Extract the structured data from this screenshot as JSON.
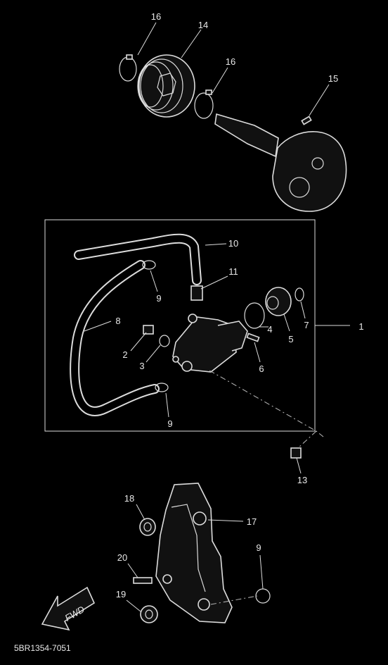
{
  "callouts": {
    "c16a": "16",
    "c14": "14",
    "c16b": "16",
    "c15": "15",
    "c10": "10",
    "c11": "11",
    "c9a": "9",
    "c8": "8",
    "c7": "7",
    "c1": "1",
    "c5": "5",
    "c4": "4",
    "c6": "6",
    "c2": "2",
    "c3": "3",
    "c9b": "9",
    "c13": "13",
    "c18": "18",
    "c17": "17",
    "c9c": "9",
    "c20": "20",
    "c19": "19"
  },
  "fwd_label": "FWD",
  "drawing_code": "5BR1354-7051",
  "colors": {
    "background": "#000000",
    "line": "#dcdcdc"
  }
}
